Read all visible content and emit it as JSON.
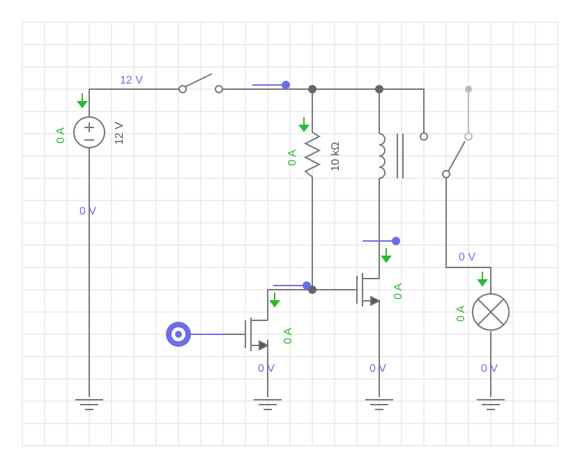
{
  "colors": {
    "wire": "#777777",
    "voltage": "#6e6ee6",
    "current": "#33b533",
    "grid": "#dddddd",
    "node": "#666666",
    "inactive": "#bbbbbb"
  },
  "labels": {
    "supply_voltage": "12 V",
    "source_current": "0 A",
    "source_value": "12 V",
    "ground_left": "0 V",
    "resistor_current": "0 A",
    "resistor_value": "10 kΩ",
    "q1_current": "0 A",
    "q1_source": "0 V",
    "q2_current": "0 A",
    "q2_source": "0 V",
    "lamp_voltage": "0 V",
    "lamp_current": "0 A",
    "lamp_ground": "0 V"
  },
  "icons": {
    "source": "dc-voltage-source-icon",
    "switch": "spst-switch-icon",
    "resistor": "resistor-icon",
    "inductor": "relay-coil-icon",
    "relay_switch": "relay-contact-icon",
    "mosfet": "n-mosfet-icon",
    "lamp": "lamp-icon",
    "ground": "ground-icon",
    "input": "logic-input-icon"
  }
}
